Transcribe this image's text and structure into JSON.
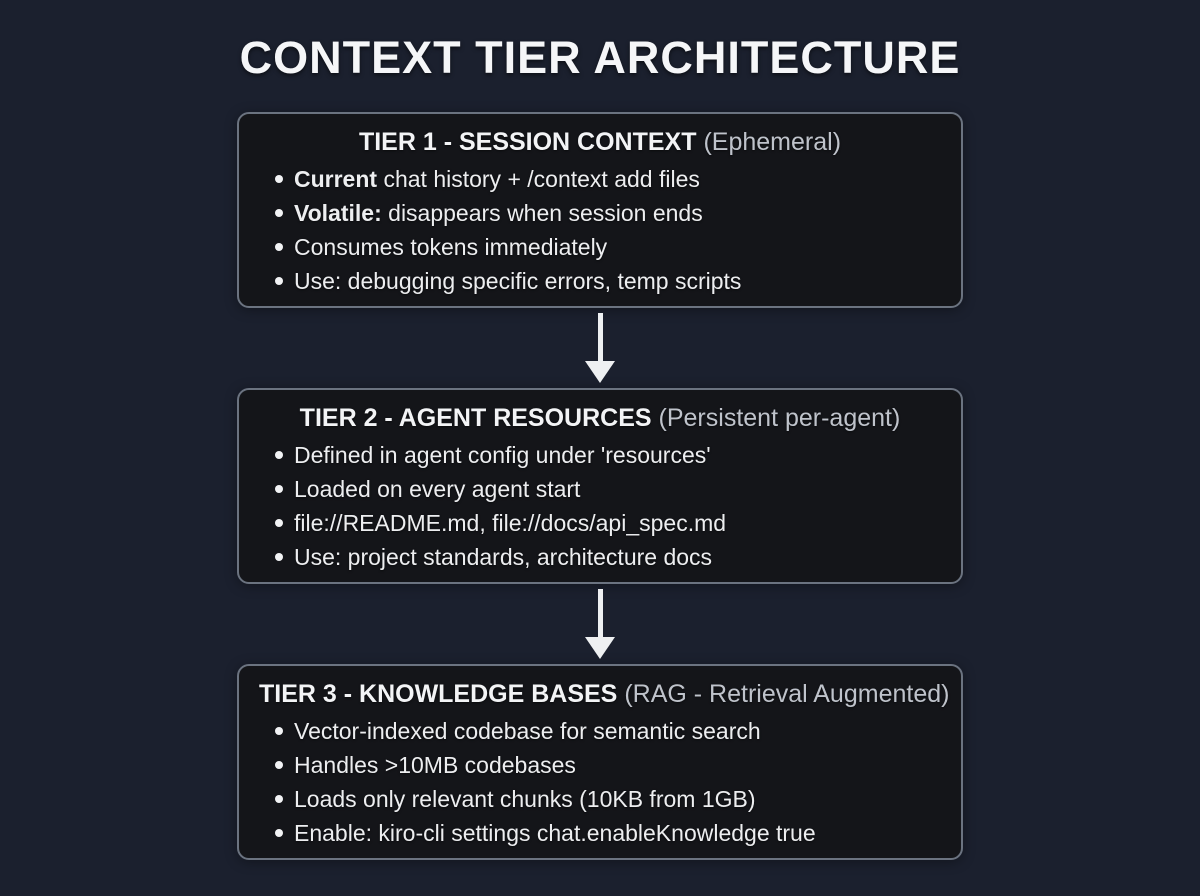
{
  "title": "CONTEXT TIER ARCHITECTURE",
  "colors": {
    "background": "#1b202e",
    "card_background": "#141519",
    "card_border": "#6b7380",
    "heading_text": "#f3f4f6",
    "qualifier_text": "#bfc3cb",
    "body_text": "#edeef0",
    "arrow": "#eef0f2"
  },
  "icons": {
    "flow_connector": "down-arrow-icon"
  },
  "tiers": [
    {
      "heading": "TIER 1 - SESSION CONTEXT",
      "qualifier": "(Ephemeral)",
      "bullets": [
        {
          "bold": "Current",
          "text": " chat history + /context add files"
        },
        {
          "bold": "Volatile:",
          "text": " disappears when session ends"
        },
        {
          "bold": "",
          "text": "Consumes tokens immediately"
        },
        {
          "bold": "",
          "text": "Use: debugging specific errors, temp scripts"
        }
      ]
    },
    {
      "heading": "TIER 2 - AGENT RESOURCES",
      "qualifier": "(Persistent per-agent)",
      "bullets": [
        {
          "bold": "",
          "text": "Defined in agent config under 'resources'"
        },
        {
          "bold": "",
          "text": "Loaded on every agent start"
        },
        {
          "bold": "",
          "text": "file://README.md, file://docs/api_spec.md"
        },
        {
          "bold": "",
          "text": "Use: project standards, architecture docs"
        }
      ]
    },
    {
      "heading": "TIER 3 - KNOWLEDGE BASES",
      "qualifier": "(RAG - Retrieval Augmented)",
      "bullets": [
        {
          "bold": "",
          "text": "Vector-indexed codebase for semantic search"
        },
        {
          "bold": "",
          "text": "Handles >10MB codebases"
        },
        {
          "bold": "",
          "text": "Loads only relevant chunks (10KB from 1GB)"
        },
        {
          "bold": "",
          "text": "Enable: kiro-cli settings chat.enableKnowledge true"
        }
      ]
    }
  ]
}
